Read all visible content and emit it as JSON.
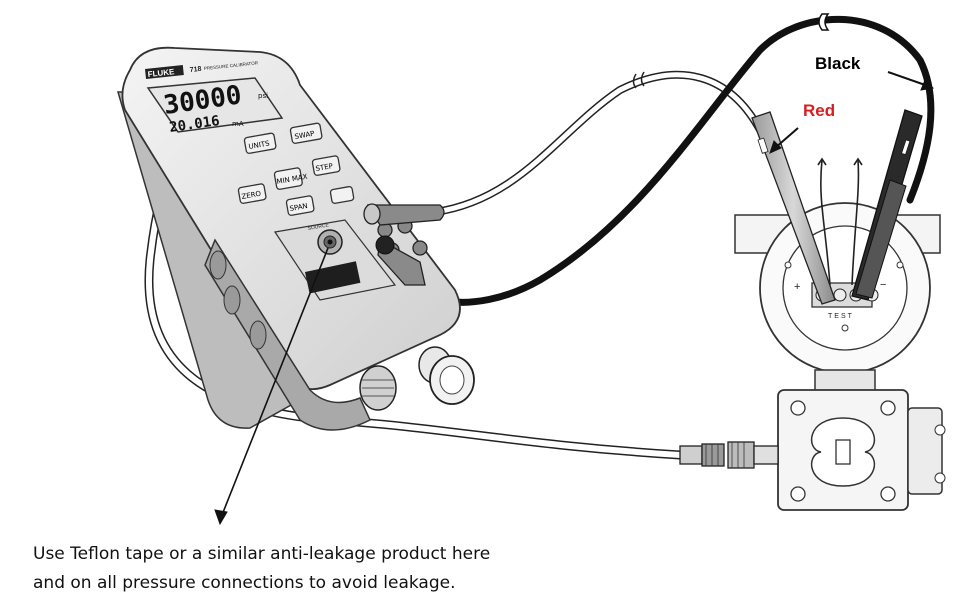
{
  "labels": {
    "black": "Black",
    "red": "Red",
    "note_line1": "Use Teflon tape or a similar anti-leakage product here",
    "note_line2": "and on all pressure connections to avoid leakage."
  },
  "calibrator": {
    "brand": "FLUKE",
    "model": "718",
    "subtitle": "PRESSURE CALIBRATOR",
    "main_reading": "30000",
    "main_unit": "psi",
    "sub_reading": "20.016",
    "sub_unit": "mA",
    "keys": [
      "UNITS",
      "SWAP",
      "ZERO",
      "MIN MAX",
      "STEP",
      "SPAN"
    ],
    "port_label": "SOURCE"
  },
  "transmitter": {
    "terminal_label": "TEST",
    "plus": "+",
    "minus": "−"
  },
  "colors": {
    "red_label": "#d42020",
    "black_label": "#000000",
    "cable_black": "#111111",
    "line": "#222222"
  }
}
